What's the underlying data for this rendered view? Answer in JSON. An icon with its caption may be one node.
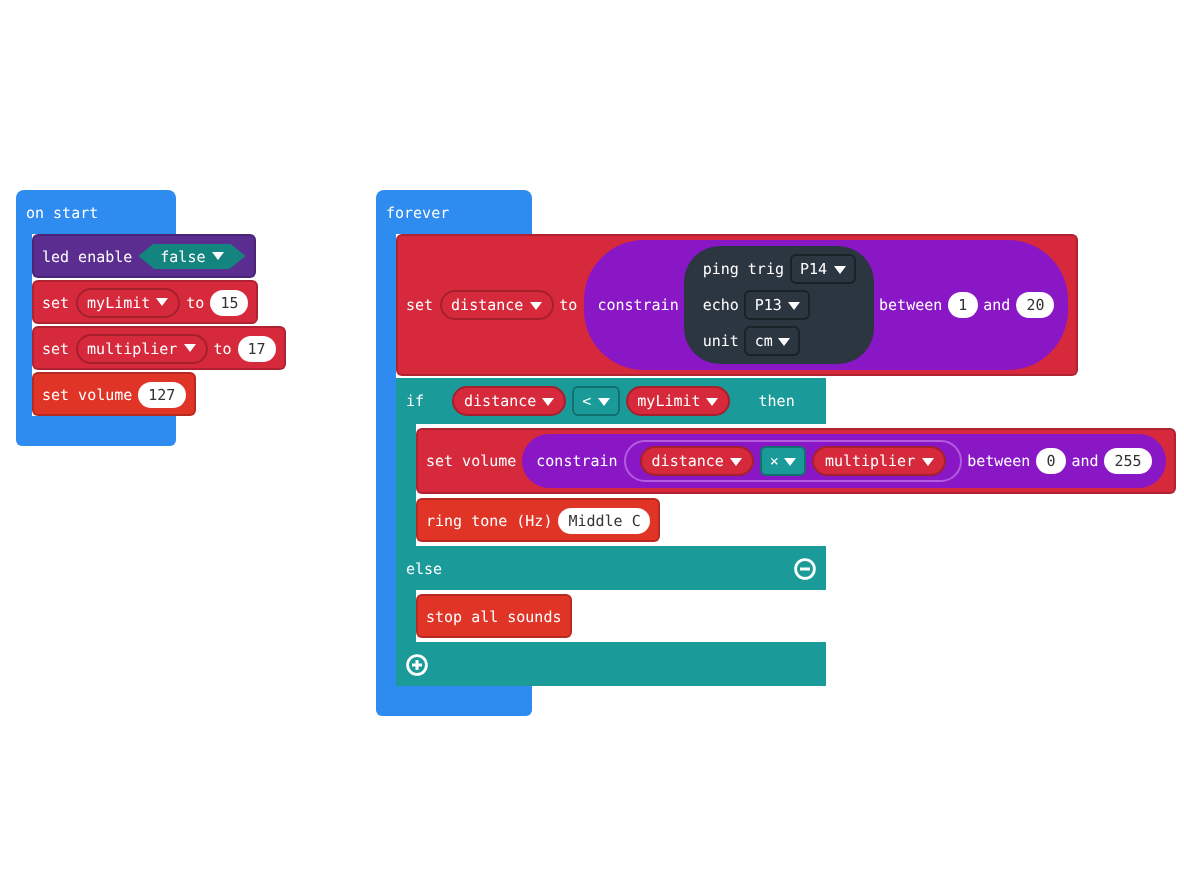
{
  "diagram": {
    "nodes": [
      {
        "text": [
          "on start"
        ]
      },
      {
        "text": [
          "led enable"
        ]
      },
      {
        "text": [
          "false"
        ],
        "in": 1
      },
      {
        "text": [
          "set",
          "to"
        ]
      },
      {
        "text": [
          "myLimit"
        ],
        "in": 3
      },
      {
        "text": [
          "15"
        ],
        "in": 3
      },
      {
        "text": [
          "set",
          "to"
        ]
      },
      {
        "text": [
          "multiplier"
        ],
        "in": 6
      },
      {
        "text": [
          "17"
        ],
        "in": 6
      },
      {
        "text": [
          "set volume"
        ]
      },
      {
        "text": [
          "127"
        ],
        "in": 9
      },
      {
        "text": [
          "forever"
        ]
      },
      {
        "text": [
          "set",
          "to"
        ]
      },
      {
        "text": [
          "distance"
        ],
        "in": 12
      },
      {
        "text": [
          "constrain",
          "between",
          "and"
        ],
        "in": 12
      },
      {
        "text": [
          "ping trig",
          "echo",
          "unit"
        ],
        "in": 14
      },
      {
        "text": [
          "P14"
        ],
        "in": 15
      },
      {
        "text": [
          "P13"
        ],
        "in": 15
      },
      {
        "text": [
          "cm"
        ],
        "in": 15
      },
      {
        "text": [
          "1"
        ],
        "in": 14
      },
      {
        "text": [
          "20"
        ],
        "in": 14
      },
      {
        "text": [
          "if",
          "then",
          "else"
        ]
      },
      {
        "text": [],
        "shape": "hexagon",
        "in": 21
      },
      {
        "text": [
          "distance"
        ],
        "in": 22
      },
      {
        "text": [
          "<"
        ],
        "in": 22
      },
      {
        "text": [
          "myLimit"
        ],
        "in": 22
      },
      {
        "text": [
          "set volume"
        ]
      },
      {
        "text": [
          "constrain",
          "between",
          "and"
        ],
        "in": 26
      },
      {
        "text": [],
        "shape": "oval",
        "in": 27
      },
      {
        "text": [
          "distance"
        ]
      },
      {
        "text": [
          "×"
        ]
      },
      {
        "text": [
          "multiplier"
        ],
        "in": 28
      },
      {
        "text": [
          "0"
        ],
        "in": 27
      },
      {
        "text": [
          "255"
        ],
        "in": 27
      },
      {
        "text": [
          "ring tone (Hz)"
        ],
        "in": 21
      },
      {
        "text": [
          "Middle C"
        ],
        "in": 34
      },
      {
        "text": [
          "stop all sounds"
        ],
        "in": 21
      }
    ]
  }
}
